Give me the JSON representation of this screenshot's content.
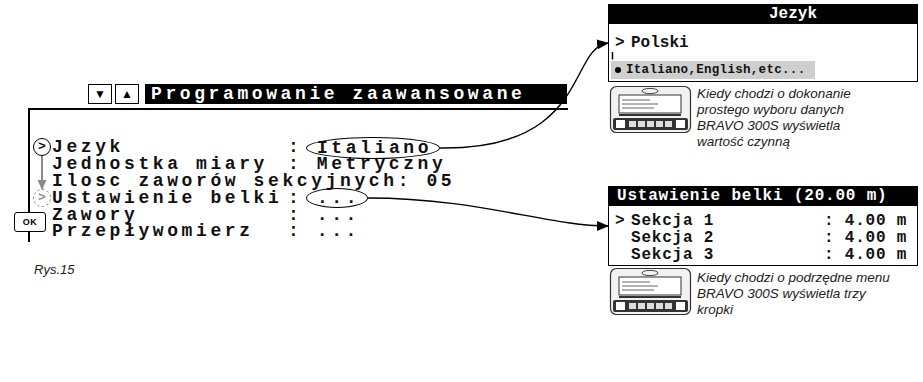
{
  "diagram": {
    "caption": "Rys.15",
    "nodes": [
      {
        "text": [
          "Programowanie zaawansowane",
          "Jezyk",
          ":",
          "Jednostka miary",
          ": Metryczny",
          "Ilosc zaworów sekcyjnych: 05",
          "Ustawienie belki",
          ":",
          "Zawory",
          ": ...",
          "Przepływomierz",
          ": ..."
        ]
      },
      {
        "text": [
          ">"
        ],
        "in": 0
      },
      {
        "text": [
          "Italiano"
        ],
        "in": 0
      },
      {
        "text": [
          ">"
        ],
        "in": 0
      },
      {
        "text": [
          "..."
        ],
        "in": 0
      },
      {
        "text": [
          "▼"
        ]
      },
      {
        "text": [
          "▲"
        ]
      },
      {
        "text": [
          "OK"
        ]
      },
      {
        "text": [
          "Jezyk",
          ">",
          "Polski"
        ]
      },
      {
        "text": [
          "Italiano,English,etc..."
        ],
        "in": 8
      },
      {
        "text": [
          "Ustawienie belki (20.00 m)",
          ">",
          "Sekcja 1",
          ": 4.00 m",
          "Sekcja 2",
          ": 4.00 m",
          "Sekcja 3",
          ": 4.00 m"
        ]
      }
    ],
    "edges": [
      {
        "from": 1,
        "to": 3,
        "arrow": "to"
      },
      {
        "from": 2,
        "to": 8,
        "arrow": "to"
      },
      {
        "from": 4,
        "to": 10,
        "arrow": "to"
      }
    ],
    "labels": [
      "Kiedy chodzi o dokonanie prostego wyboru danych BRAVO 300S wyświetla wartość czynną",
      "Kiedy chodzi o podrzędne menu BRAVO 300S wyświetla trzy kropki"
    ]
  }
}
